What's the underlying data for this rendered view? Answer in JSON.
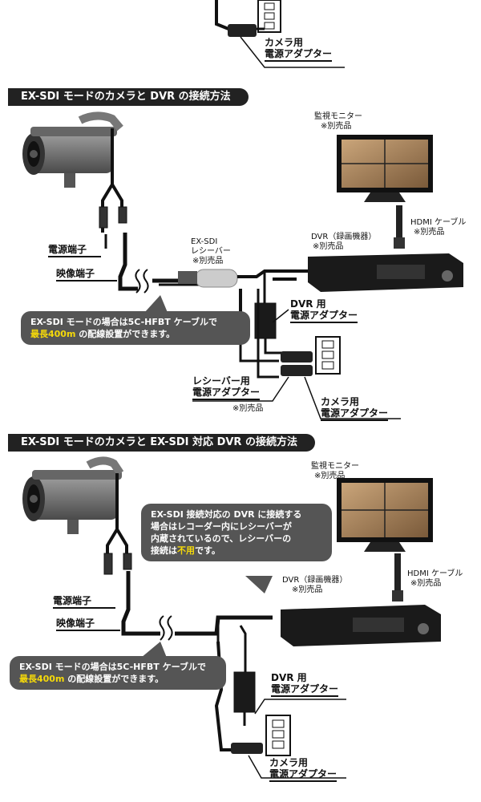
{
  "section1": {
    "title": "EX-SDI モードのカメラと DVR の接続方法",
    "power_terminal": "電源端子",
    "video_terminal": "映像端子",
    "receiver_label": "EX-SDI",
    "receiver_sub": "レシーバー",
    "receiver_note": "※別売品",
    "monitor_label": "監視モニター",
    "monitor_note": "※別売品",
    "hdmi_label": "HDMI ケーブル",
    "hdmi_note": "※別売品",
    "dvr_label": "DVR（録画機器）",
    "dvr_note": "※別売品",
    "dvr_adapter_1": "DVR 用",
    "dvr_adapter_2": "電源アダプター",
    "receiver_adapter_1": "レシーバー用",
    "receiver_adapter_2": "電源アダプター",
    "receiver_adapter_note": "※別売品",
    "camera_adapter_1": "カメラ用",
    "camera_adapter_2": "電源アダプター",
    "bubble_line1": "EX-SDI モードの場合は5C-HFBT ケーブルで",
    "bubble_highlight": "最長400m",
    "bubble_line2_rest": " の配線設置ができます。"
  },
  "section2": {
    "title": "EX-SDI モードのカメラと EX-SDI 対応 DVR の接続方法",
    "power_terminal": "電源端子",
    "video_terminal": "映像端子",
    "monitor_label": "監視モニター",
    "monitor_note": "※別売品",
    "hdmi_label": "HDMI ケーブル",
    "hdmi_note": "※別売品",
    "dvr_label": "DVR（録画機器）",
    "dvr_note": "※別売品",
    "dvr_adapter_1": "DVR 用",
    "dvr_adapter_2": "電源アダプター",
    "camera_adapter_1": "カメラ用",
    "camera_adapter_2": "電源アダプター",
    "info_line1": "EX-SDI 接続対応の DVR に接続する",
    "info_line2": "場合はレコーダー内にレシーバーが",
    "info_line3": "内蔵されているので、レシーバーの",
    "info_line4_pre": "接続は",
    "info_line4_hl": "不用",
    "info_line4_post": "です。",
    "bubble_line1": "EX-SDI モードの場合は5C-HFBT ケーブルで",
    "bubble_highlight": "最長400m",
    "bubble_line2_rest": " の配線設置ができます。"
  },
  "top": {
    "camera_adapter_1": "カメラ用",
    "camera_adapter_2": "電源アダプター"
  },
  "colors": {
    "header_bg": "#222222",
    "bubble_bg": "#555555",
    "highlight": "#f5d90a"
  }
}
